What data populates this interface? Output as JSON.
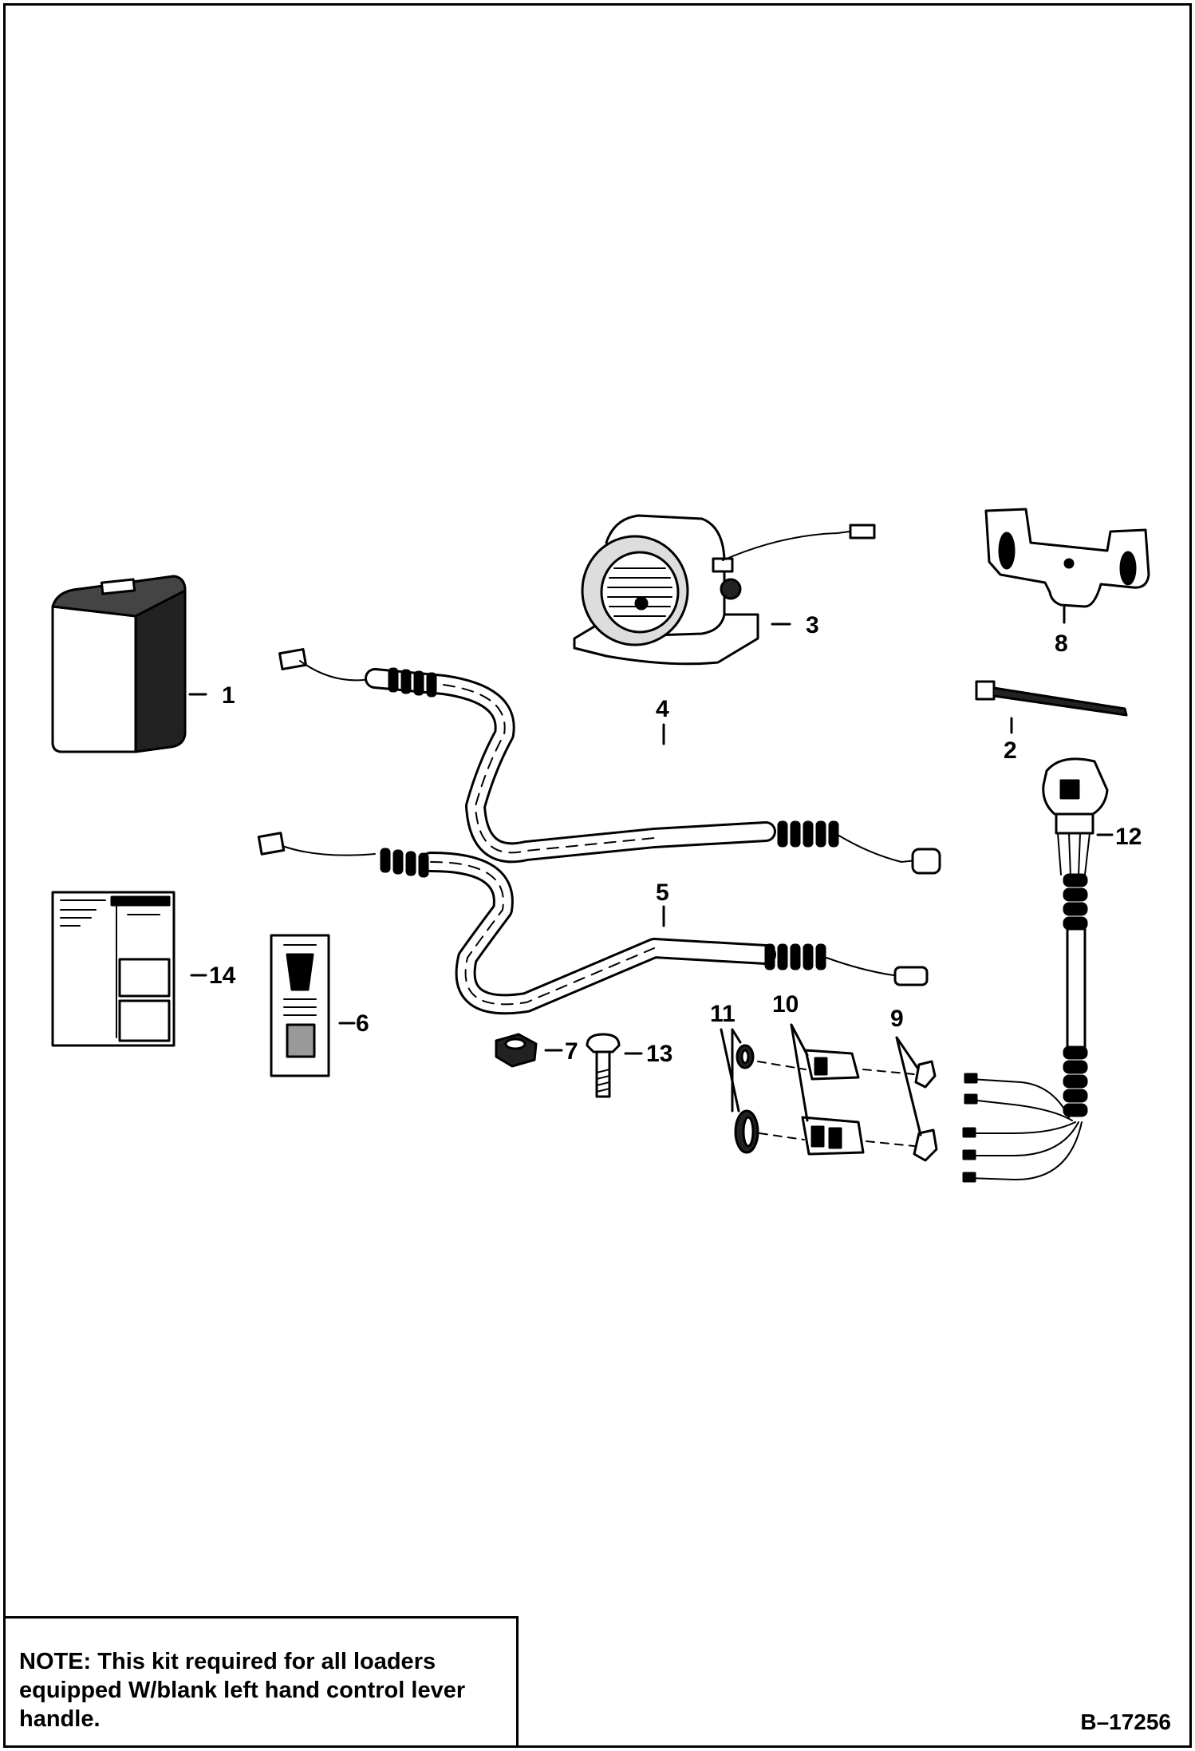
{
  "note": {
    "label": "NOTE:",
    "text": " This kit required for all loaders equipped W/blank left hand control lever handle."
  },
  "drawing_number": "B–17256",
  "callouts": {
    "c1": "1",
    "c2": "2",
    "c3": "3",
    "c4": "4",
    "c5": "5",
    "c6": "6",
    "c7": "7",
    "c8": "8",
    "c9": "9",
    "c10": "10",
    "c11": "11",
    "c12": "12",
    "c13": "13",
    "c14": "14"
  },
  "parts": [
    {
      "callout": "1",
      "icon": "kit-box-icon"
    },
    {
      "callout": "2",
      "icon": "cable-tie-icon"
    },
    {
      "callout": "3",
      "icon": "backup-alarm-icon"
    },
    {
      "callout": "4",
      "icon": "wire-harness-icon"
    },
    {
      "callout": "5",
      "icon": "wire-harness-icon"
    },
    {
      "callout": "6",
      "icon": "decal-icon"
    },
    {
      "callout": "7",
      "icon": "nut-icon"
    },
    {
      "callout": "8",
      "icon": "mounting-bracket-icon"
    },
    {
      "callout": "9",
      "icon": "connector-clip-icon"
    },
    {
      "callout": "10",
      "icon": "connector-icon"
    },
    {
      "callout": "11",
      "icon": "seal-icon"
    },
    {
      "callout": "12",
      "icon": "switch-icon"
    },
    {
      "callout": "13",
      "icon": "bolt-icon"
    },
    {
      "callout": "14",
      "icon": "instruction-sheet-icon"
    }
  ]
}
